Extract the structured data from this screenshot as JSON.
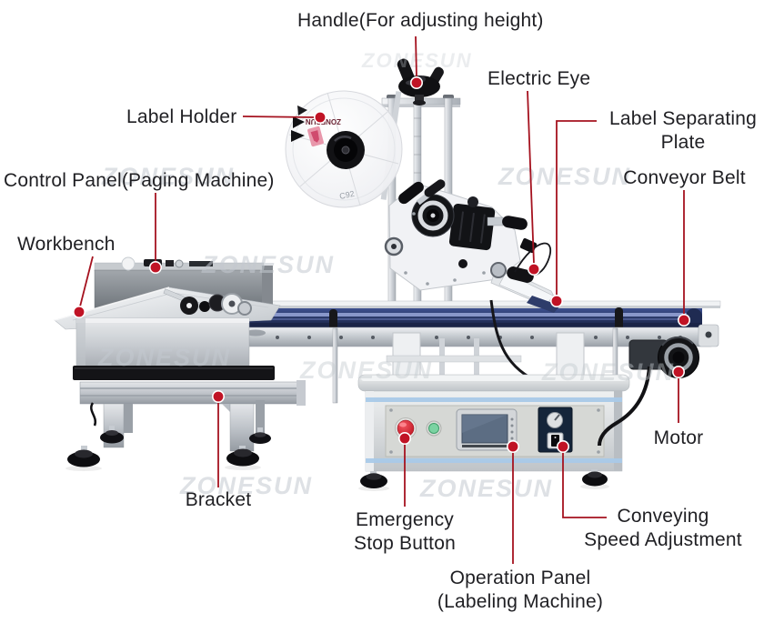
{
  "diagram": {
    "title_context": "Flat surface labeling machine annotated diagram",
    "brand_watermark": "ZONESUN",
    "roll_code": "C92",
    "annotations": {
      "handle": {
        "text": "Handle(For adjusting height)"
      },
      "electric_eye": {
        "text": "Electric Eye"
      },
      "label_holder": {
        "text": "Label Holder"
      },
      "label_separating_plate": {
        "text": "Label Separating\nPlate"
      },
      "control_panel": {
        "text": "Control Panel(Paging Machine)"
      },
      "conveyor_belt": {
        "text": "Conveyor Belt"
      },
      "workbench": {
        "text": "Workbench"
      },
      "motor": {
        "text": "Motor"
      },
      "bracket": {
        "text": "Bracket"
      },
      "emergency_stop": {
        "text": "Emergency\nStop Button"
      },
      "operation_panel": {
        "text": "Operation Panel\n(Labeling Machine)"
      },
      "conveying_speed": {
        "text": "Conveying\nSpeed Adjustment"
      }
    },
    "colors": {
      "annotation_line_red": "#a5121f",
      "annotation_dot_red": "#c01325",
      "belt_blue": "#26335e",
      "belt_highlight_blue": "#9fade0",
      "box_stripe_blue": "#a9c9e8",
      "emergency_red": "#d8232f",
      "start_button_green": "#7bd3a2",
      "screen_slate": "#5c6d83",
      "watermark_gray": "#c3c8cf"
    }
  }
}
